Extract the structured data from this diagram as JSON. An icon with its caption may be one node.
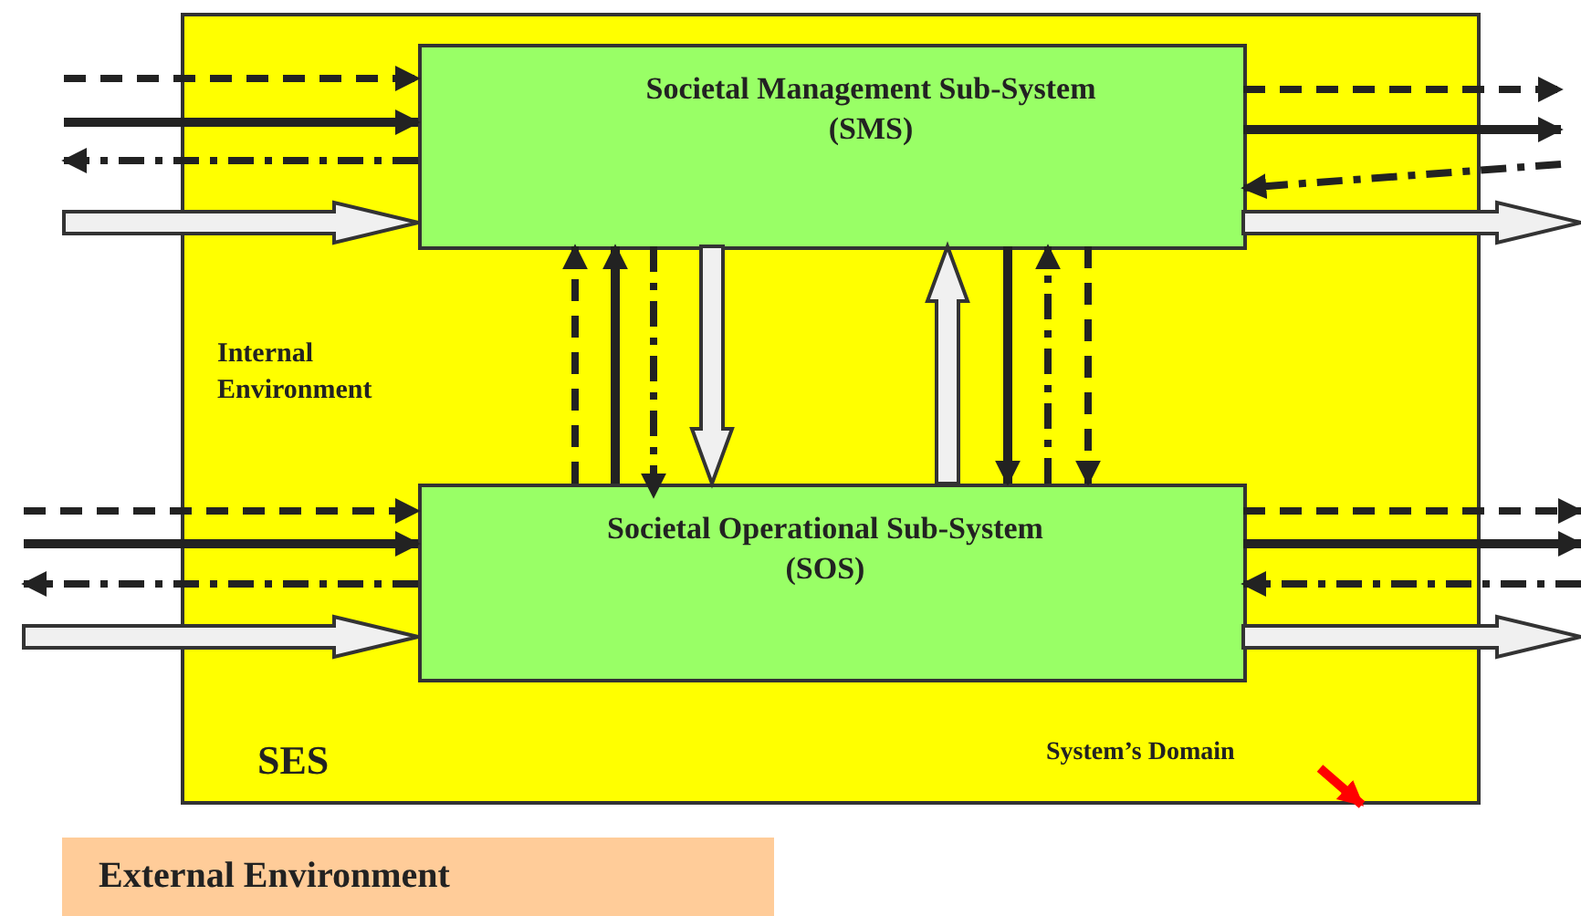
{
  "diagram": {
    "nodes": [
      {
        "text": [
          "SES"
        ]
      },
      {
        "text": [
          "Societal  Management Sub-System (SMS)"
        ],
        "in": 0
      },
      {
        "text": [
          "Societal Operational Sub-System (SOS)"
        ],
        "in": 0
      },
      {
        "text": [
          "System’s Domain"
        ],
        "in": 0
      },
      {
        "text": [
          "External Environment"
        ]
      }
    ],
    "edges": [
      {
        "from": null,
        "to": 1,
        "arrow": "to",
        "style": "dashed"
      },
      {
        "from": null,
        "to": 1,
        "arrow": "to"
      },
      {
        "from": 1,
        "to": null,
        "arrow": "to",
        "style": "dashed"
      },
      {
        "from": null,
        "to": 1,
        "arrow": "to",
        "style": "thick"
      },
      {
        "from": 1,
        "to": null,
        "arrow": "to",
        "style": "dashed"
      },
      {
        "from": 1,
        "to": null,
        "arrow": "to"
      },
      {
        "from": null,
        "to": 1,
        "arrow": "to",
        "style": "dashed"
      },
      {
        "from": 1,
        "to": null,
        "arrow": "to",
        "style": "thick"
      },
      {
        "from": null,
        "to": 2,
        "arrow": "to",
        "style": "dashed"
      },
      {
        "from": null,
        "to": 2,
        "arrow": "to"
      },
      {
        "from": 2,
        "to": null,
        "arrow": "to",
        "style": "dashed"
      },
      {
        "from": null,
        "to": 2,
        "arrow": "to",
        "style": "thick"
      },
      {
        "from": 2,
        "to": null,
        "arrow": "to",
        "style": "dashed"
      },
      {
        "from": 2,
        "to": null,
        "arrow": "to"
      },
      {
        "from": null,
        "to": 2,
        "arrow": "to",
        "style": "dashed"
      },
      {
        "from": 2,
        "to": null,
        "arrow": "to",
        "style": "thick"
      },
      {
        "from": 2,
        "to": 1,
        "arrow": "to",
        "style": "dashed"
      },
      {
        "from": 2,
        "to": 1,
        "arrow": "to"
      },
      {
        "from": 1,
        "to": 2,
        "arrow": "to",
        "style": "dashed"
      },
      {
        "from": 1,
        "to": 2,
        "arrow": "to",
        "style": "thick"
      },
      {
        "from": 2,
        "to": 1,
        "arrow": "to",
        "style": "thick"
      },
      {
        "from": 1,
        "to": 2,
        "arrow": "to"
      },
      {
        "from": 2,
        "to": 1,
        "arrow": "to",
        "style": "dashed"
      },
      {
        "from": 1,
        "to": 2,
        "arrow": "to",
        "style": "dashed"
      },
      {
        "from": 3,
        "to": 0,
        "arrow": "to",
        "color": "#ff0000"
      }
    ],
    "labels": [
      "Internal Environment"
    ]
  }
}
